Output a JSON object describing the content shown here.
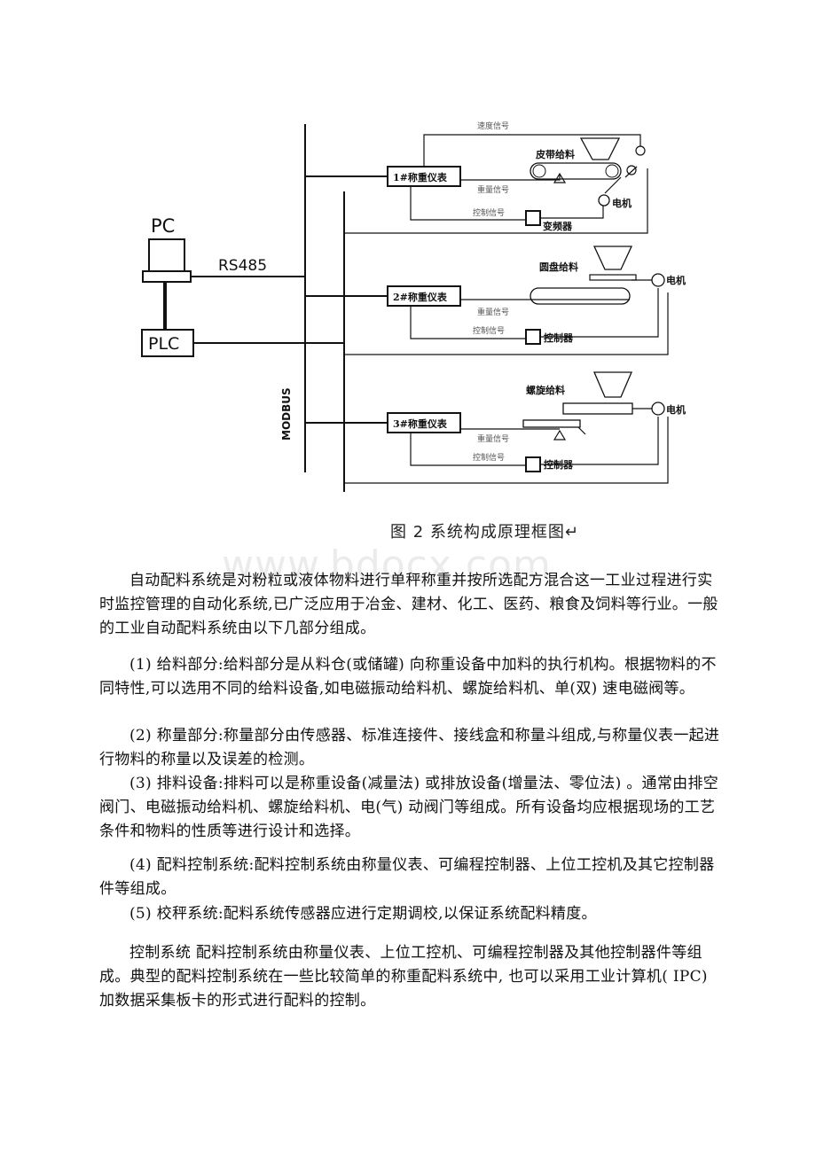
{
  "diagram": {
    "pc": "PC",
    "plc": "PLC",
    "rs485": "RS485",
    "modbus": "MODBUS",
    "instrument1": "1#称重仪表",
    "instrument2": "2#称重仪表",
    "instrument3": "3#称重仪表",
    "speed_signal": "速度信号",
    "weight_signal_1": "重量信号",
    "control_signal_1": "控制信号",
    "weight_signal_2": "重量信号",
    "control_signal_2": "控制信号",
    "weight_signal_3": "重量信号",
    "control_signal_3": "控制信号",
    "belt_feeder": "皮带给料",
    "disc_feeder": "圆盘给料",
    "screw_feeder": "螺旋给料",
    "motor_1": "电机",
    "motor_2": "电机",
    "motor_3": "电机",
    "inverter": "变频器",
    "controller_2": "控制器",
    "controller_3": "控制器"
  },
  "caption": "图 2  系统构成原理框图↵",
  "watermark": "www.bdocx.com",
  "paragraphs": [
    "自动配料系统是对粉粒或液体物料进行单秤称重并按所选配方混合这一工业过程进行实时监控管理的自动化系统,已广泛应用于冶金、建材、化工、医药、粮食及饲料等行业。一般的工业自动配料系统由以下几部分组成。",
    "(1) 给料部分:给料部分是从料仓(或储罐) 向称重设备中加料的执行机构。根据物料的不同特性,可以选用不同的给料设备,如电磁振动给料机、螺旋给料机、单(双) 速电磁阀等。",
    "(2) 称量部分:称量部分由传感器、标准连接件、接线盒和称量斗组成,与称量仪表一起进行物料的称量以及误差的检测。",
    "(3) 排料设备:排料可以是称重设备(减量法) 或排放设备(增量法、零位法) 。通常由排空阀门、电磁振动给料机、螺旋给料机、电(气) 动阀门等组成。所有设备均应根据现场的工艺条件和物料的性质等进行设计和选择。",
    "(4) 配料控制系统:配料控制系统由称量仪表、可编程控制器、上位工控机及其它控制器件等组成。",
    "(5) 校秤系统:配料系统传感器应进行定期调校,以保证系统配料精度。",
    "控制系统 配料控制系统由称量仪表、上位工控机、可编程控制器及其他控制器件等组成。典型的配料控制系统在一些比较简单的称重配料系统中, 也可以采用工业计算机( IPC)加数据采集板卡的形式进行配料的控制。"
  ]
}
